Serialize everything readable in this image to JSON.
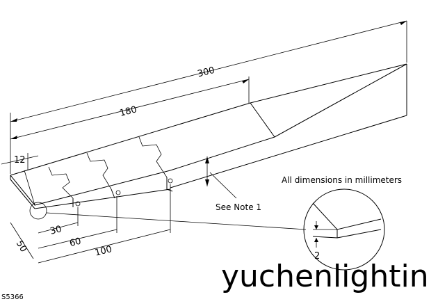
{
  "dimensions": {
    "d300": "300",
    "d180": "180",
    "d12": "12",
    "d50": "50",
    "d30": "30",
    "d60": "60",
    "d100": "100",
    "d2": "2"
  },
  "notes": {
    "see_note": "See Note 1",
    "units": "All dimensions in millimeters"
  },
  "figure_id": "S5366",
  "watermark": "yuchenlightin"
}
